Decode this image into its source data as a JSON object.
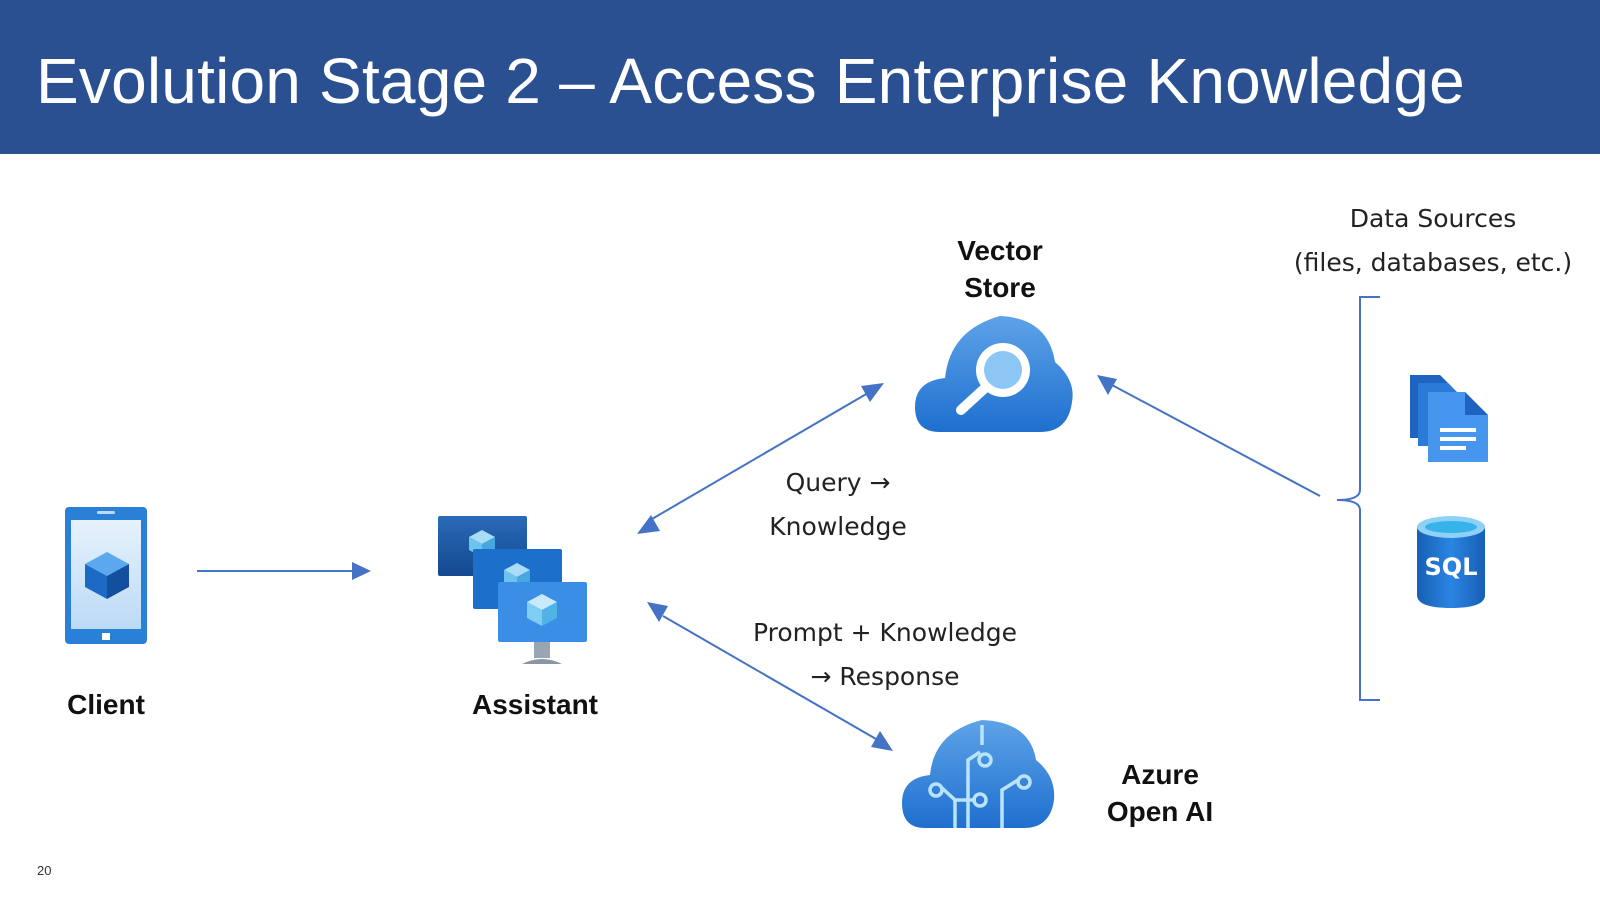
{
  "slide": {
    "title": "Evolution Stage 2 – Access Enterprise Knowledge",
    "page_number": "20"
  },
  "nodes": {
    "client": "Client",
    "assistant": "Assistant",
    "vector_store": [
      "Vector",
      "Store"
    ],
    "azure_openai": [
      "Azure",
      "Open AI"
    ],
    "data_sources": [
      "Data Sources",
      "(files, databases, etc.)"
    ],
    "sql_label": "SQL"
  },
  "edges": {
    "query": [
      "Query →",
      "Knowledge"
    ],
    "prompt": [
      "Prompt + Knowledge",
      "→ Response"
    ]
  },
  "colors": {
    "header": "#2b5091",
    "arrow": "#4472c4",
    "icon_blue": "#1e74d1",
    "icon_light": "#5ea3e8"
  },
  "icons": [
    "tablet-icon",
    "virtual-machines-icon",
    "cognitive-search-icon",
    "cognitive-services-icon",
    "documents-icon",
    "sql-database-icon",
    "brace-icon"
  ]
}
